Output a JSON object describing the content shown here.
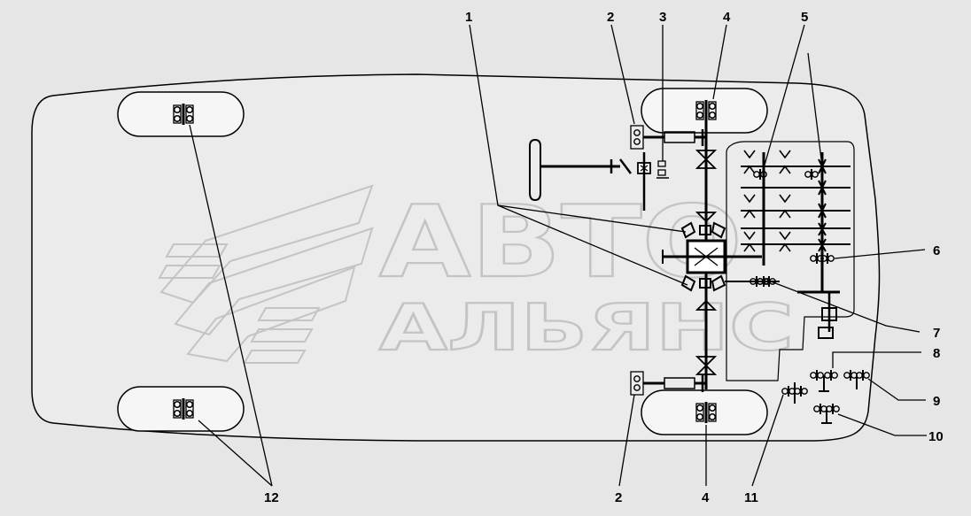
{
  "watermark": {
    "line1": "АВТО",
    "line2": "АЛЬЯНС"
  },
  "callouts": [
    {
      "id": "c1",
      "text": "1"
    },
    {
      "id": "c2a",
      "text": "2"
    },
    {
      "id": "c2b",
      "text": "2"
    },
    {
      "id": "c3",
      "text": "3"
    },
    {
      "id": "c4a",
      "text": "4"
    },
    {
      "id": "c4b",
      "text": "4"
    },
    {
      "id": "c5",
      "text": "5"
    },
    {
      "id": "c6",
      "text": "6"
    },
    {
      "id": "c7",
      "text": "7"
    },
    {
      "id": "c8",
      "text": "8"
    },
    {
      "id": "c9",
      "text": "9"
    },
    {
      "id": "c10",
      "text": "10"
    },
    {
      "id": "c11",
      "text": "11"
    },
    {
      "id": "c12",
      "text": "12"
    }
  ],
  "colors": {
    "background": "#e6e6e6",
    "body_fill": "#ebebeb",
    "wheel_fill": "#f6f6f6",
    "ink": "#000000",
    "watermark": "#c4c4c4"
  }
}
